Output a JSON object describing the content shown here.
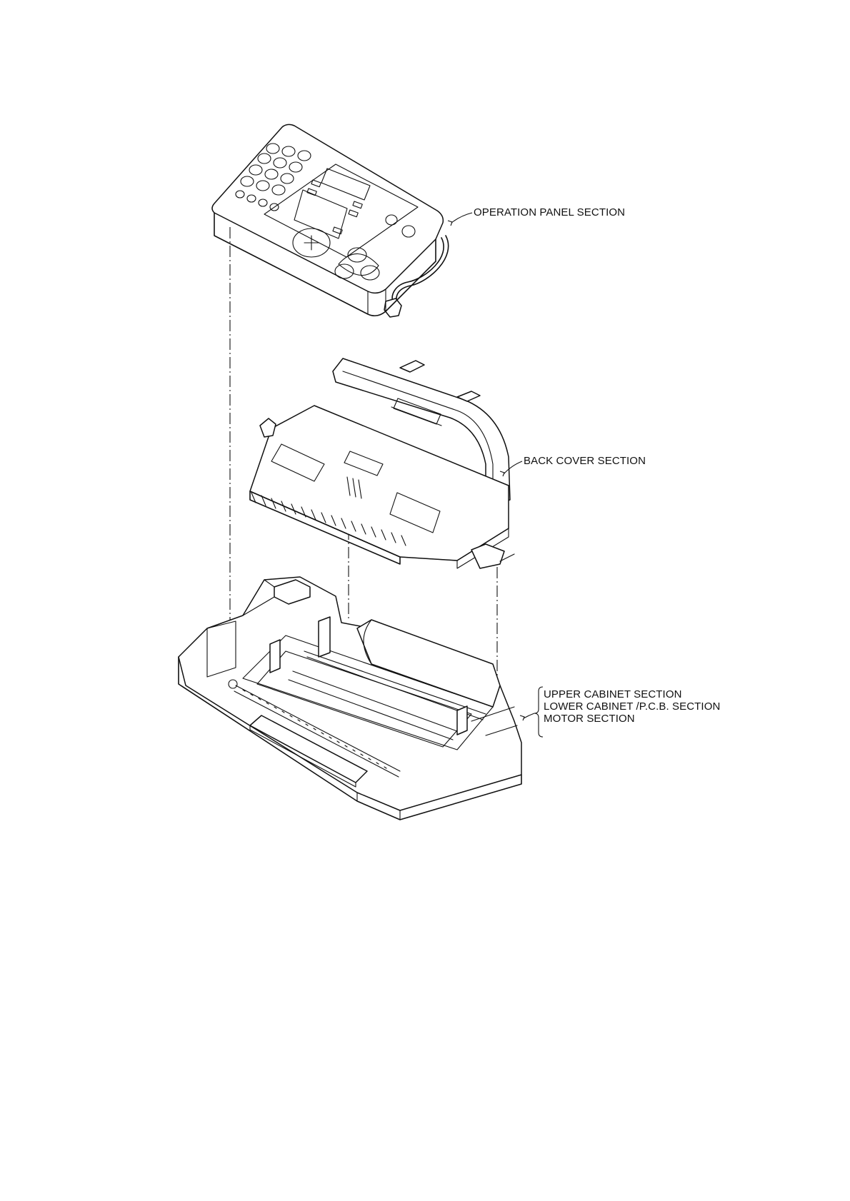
{
  "labels": {
    "operation_panel": "OPERATION PANEL SECTION",
    "back_cover": "BACK COVER SECTION",
    "lower_group": [
      "UPPER CABINET SECTION",
      "LOWER CABINET /P.C.B. SECTION",
      "MOTOR SECTION"
    ]
  }
}
